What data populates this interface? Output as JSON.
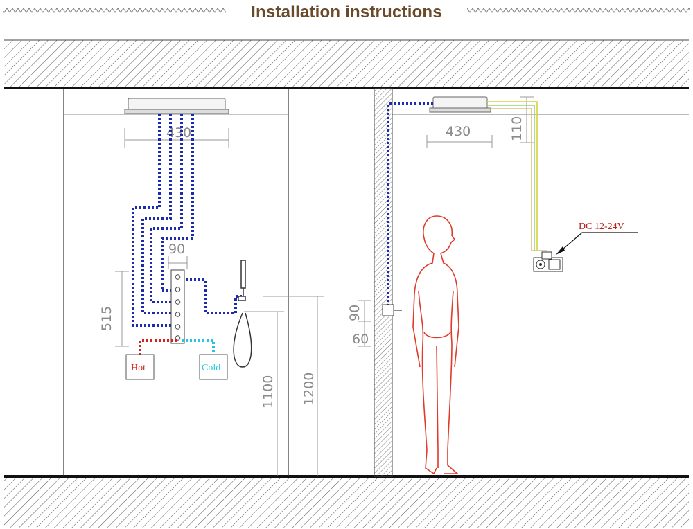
{
  "title": "Installation instructions",
  "labels": {
    "hot": "Hot",
    "cold": "Cold",
    "power": "DC 12-24V"
  },
  "dimensions": {
    "rainhead_width_left": "430",
    "rainhead_width_right": "430",
    "ceiling_gap": "110",
    "valve_spacing": "90",
    "valve_height": "515",
    "handheld_height": "1100",
    "outlet_height": "1200",
    "side_outlet_90": "90",
    "side_outlet_60": "60"
  },
  "colors": {
    "title": "#6b4a2a",
    "water_pipe": "#1a2bb0",
    "hot_pipe": "#d8201a",
    "cold_pipe": "#20c8e0",
    "human_outline": "#e03a2a",
    "power_wire_yellow": "#d8d040",
    "power_wire_green": "#9ad07a",
    "hatch": "#555555"
  }
}
